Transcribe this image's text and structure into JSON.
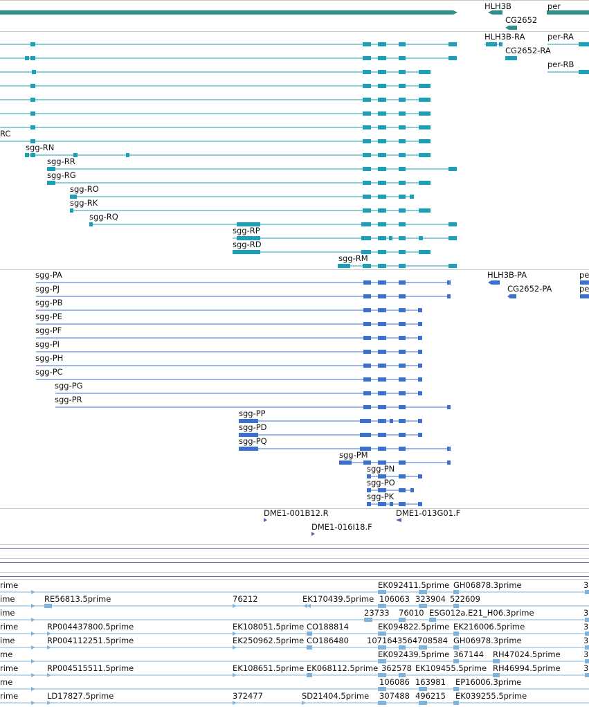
{
  "colors": {
    "gene": "#2f8f8a",
    "transcript": "#1aa0b8",
    "protein": "#3b6fd0",
    "clone": "#6a55b0",
    "est": "#7fb3db",
    "separator": "#c9c9c9",
    "purple_line": "#7a5ea8"
  },
  "gene_track": {
    "labels": {
      "hlh3b": "HLH3B",
      "per": "per",
      "cg2652": "CG2652"
    }
  },
  "transcript_track": {
    "labels": {
      "hlh3b_ra": "HLH3B-RA",
      "per_ra": "per-RA",
      "cg2652_ra": "CG2652-RA",
      "per_rb": "per-RB",
      "rc": "RC",
      "rn": "sgg-RN",
      "rr": "sgg-RR",
      "rg": "sgg-RG",
      "ro": "sgg-RO",
      "rk": "sgg-RK",
      "rq": "sgg-RQ",
      "rp": "sgg-RP",
      "rd": "sgg-RD",
      "rm": "sgg-RM"
    }
  },
  "protein_track": {
    "labels": {
      "pa": "sgg-PA",
      "pj": "sgg-PJ",
      "pb": "sgg-PB",
      "pe": "sgg-PE",
      "pf": "sgg-PF",
      "pi": "sgg-PI",
      "ph": "sgg-PH",
      "pc": "sgg-PC",
      "pg": "sgg-PG",
      "pr": "sgg-PR",
      "pp": "sgg-PP",
      "pd": "sgg-PD",
      "pq": "sgg-PQ",
      "pm": "sgg-PM",
      "pn": "sgg-PN",
      "po": "sgg-PO",
      "pk": "sgg-PK",
      "hlh3b_pa": "HLH3B-PA",
      "cg2652_pa": "CG2652-PA",
      "per_pa": "pe",
      "per_pb": "pe"
    }
  },
  "clone_track": {
    "labels": {
      "c1": "DME1-001B12.R",
      "c2": "DME1-013G01.F",
      "c3": "DME1-016I18.F"
    }
  },
  "est_track": {
    "labels": {
      "r0_0": "rime",
      "r0_1": "EK092411.5prime",
      "r0_2": "GH06878.3prime",
      "r0_3": "3",
      "r1_0": "ime",
      "r1_1": "RE56813.5prime",
      "r1_2": "76212",
      "r1_3": "EK170439.5prime",
      "r1_4": "106063",
      "r1_5": "323904",
      "r1_6": "522609",
      "r2_0": "ime",
      "r2_1": "23733",
      "r2_2": "76010",
      "r2_3": "ESG012a.E21_H06.3prime",
      "r2_4": "3",
      "r3_0": "rime",
      "r3_1": "RP004437800.5prime",
      "r3_2": "EK108051.5prime",
      "r3_3": "CO188814",
      "r3_4": "EK094822.5prime",
      "r3_5": "EK216006.5prime",
      "r3_6": "3",
      "r4_0": "ime",
      "r4_1": "RP004112251.5prime",
      "r4_2": "EK250962.5prime",
      "r4_3": "CO186480",
      "r4_4": "1071643564708584",
      "r4_5": "GH06978.3prime",
      "r4_6": "3",
      "r5_0": "me",
      "r5_1": "EK092439.5prime",
      "r5_2": "367144",
      "r5_3": "RH47024.5prime",
      "r5_4": "3",
      "r6_0": "rime",
      "r6_1": "RP004515511.5prime",
      "r6_2": "EK108651.5prime",
      "r6_3": "EK068112.5prime",
      "r6_4": "362578",
      "r6_5": "EK109455.5prime",
      "r6_6": "RH46994.5prime",
      "r6_7": "3",
      "r7_0": "me",
      "r7_1": "106086",
      "r7_2": "163981",
      "r7_3": "EP16006.3prime",
      "r8_0": "rime",
      "r8_1": "LD17827.5prime",
      "r8_2": "372477",
      "r8_3": "SD21404.5prime",
      "r8_4": "307488",
      "r8_5": "496215",
      "r8_6": "EK039255.5prime"
    }
  }
}
